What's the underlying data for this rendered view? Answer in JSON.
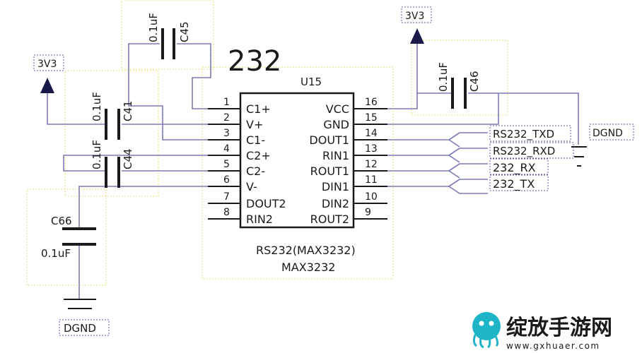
{
  "title_label": "232",
  "chip": {
    "refdes": "U15",
    "part_line1": "RS232(MAX3232)",
    "part_line2": "MAX3232",
    "left_pins": [
      {
        "num": "1",
        "name": "C1+"
      },
      {
        "num": "2",
        "name": "V+"
      },
      {
        "num": "3",
        "name": "C1-"
      },
      {
        "num": "4",
        "name": "C2+"
      },
      {
        "num": "5",
        "name": "C2-"
      },
      {
        "num": "6",
        "name": "V-"
      },
      {
        "num": "7",
        "name": "DOUT2"
      },
      {
        "num": "8",
        "name": "RIN2"
      }
    ],
    "right_pins": [
      {
        "num": "16",
        "name": "VCC"
      },
      {
        "num": "15",
        "name": "GND"
      },
      {
        "num": "14",
        "name": "DOUT1"
      },
      {
        "num": "13",
        "name": "RIN1"
      },
      {
        "num": "12",
        "name": "ROUT1"
      },
      {
        "num": "11",
        "name": "DIN1"
      },
      {
        "num": "10",
        "name": "DIN2"
      },
      {
        "num": "9",
        "name": "ROUT2"
      }
    ]
  },
  "capacitors": {
    "c45": {
      "ref": "C45",
      "value": "0.1uF"
    },
    "c41": {
      "ref": "C41",
      "value": "0.1uF"
    },
    "c44": {
      "ref": "C44",
      "value": "0.1uF"
    },
    "c46": {
      "ref": "C46",
      "value": "0.1uF"
    },
    "c66": {
      "ref": "C66",
      "value": "0.1uF"
    }
  },
  "power": {
    "left_supply": "3V3",
    "right_supply": "3V3",
    "right_ground": "DGND",
    "bottom_ground": "DGND"
  },
  "net_labels": [
    "RS232_TXD",
    "RS232_RXD",
    "232_RX",
    "232_TX"
  ],
  "watermark": {
    "chinese": "绽放手游网",
    "url": "www.gxhuaer.com"
  },
  "colors": {
    "wire": "#7c7cb8",
    "body": "#1a1a1a",
    "net_label": "#8b1a1a",
    "title_label": "#2a8a2a",
    "border_box": "#e8e07a",
    "label_box": "#5a5aa8",
    "watermark_teal": "#1fb5c9"
  }
}
